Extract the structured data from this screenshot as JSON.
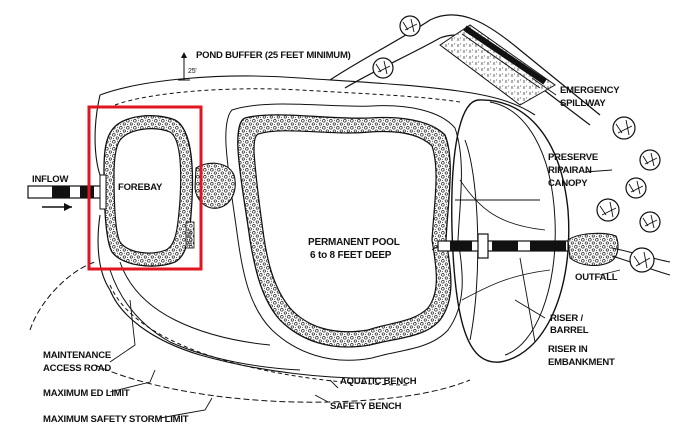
{
  "labels": {
    "pond_buffer": "POND BUFFER (25 FEET MINIMUM)",
    "buffer_dim": "25'",
    "emergency": "EMERGENCY",
    "spillway": "SPILLWAY",
    "preserve": "PRESERVE",
    "ripairan": "RIPAIRAN",
    "canopy": "CANOPY",
    "inflow": "INFLOW",
    "forebay": "FOREBAY",
    "berm": "BERM",
    "permanent_pool": "PERMANENT POOL",
    "pool_depth": "6 to 8 FEET DEEP",
    "outfall": "OUTFALL",
    "riser": "RISER /",
    "barrel": "BARREL",
    "riser_in": "RISER IN",
    "embankment": "EMBANKMENT",
    "maintenance": "MAINTENANCE",
    "access_road": "ACCESS ROAD",
    "max_ed": "MAXIMUM ED LIMIT",
    "max_safety": "MAXIMUM SAFETY STORM LIMIT",
    "aquatic_bench": "AQUATIC BENCH",
    "safety_bench": "SAFETY BENCH"
  },
  "colors": {
    "ink": "#111111",
    "highlight": "#e0161e",
    "hatch": "#9a9a9a"
  },
  "highlight": {
    "target": "forebay"
  }
}
